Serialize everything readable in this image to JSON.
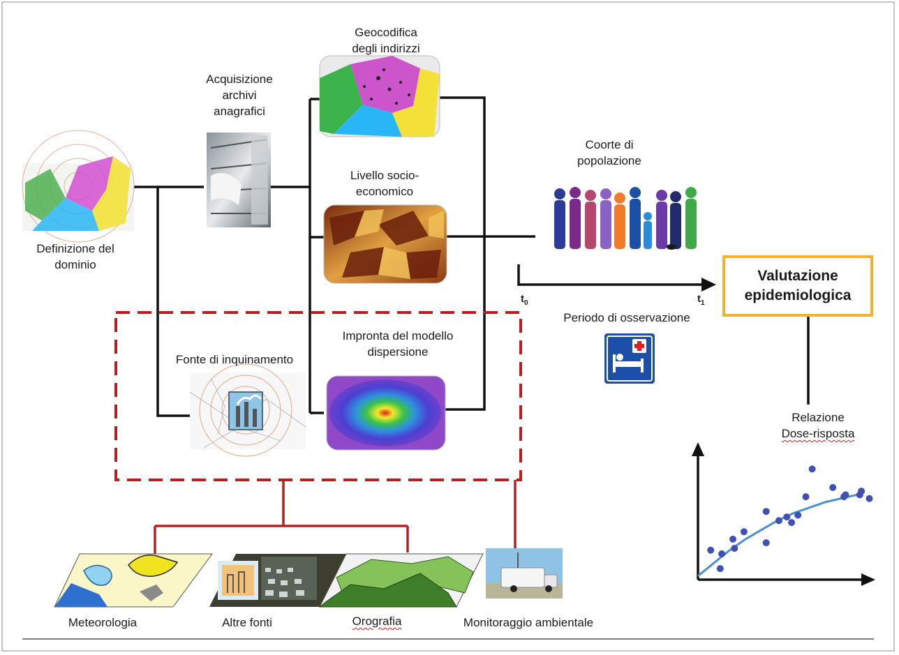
{
  "labels": {
    "domain_definition": "Definizione del\ndominio",
    "archives": "Acquisizione\narchivi\nanagrafici",
    "geocoding": "Geocodifica\ndegli indirizzi",
    "socioeconomic": "Livello socio-\neconomico",
    "pollution_source": "Fonte di inquinamento",
    "dispersion": "Impronta del modello\ndispersione",
    "cohort": "Coorte di\npopolazione",
    "observation_period": "Periodo di osservazione",
    "t0": "t",
    "t0_sub": "0",
    "t1": "t",
    "t1_sub": "1",
    "evaluation": "Valutazione\nepidemiologica",
    "dose_response": "Relazione\nDose-risposta",
    "meteorology": "Meteorologia",
    "other_sources": "Altre fonti",
    "orography": "Orografia",
    "monitoring": "Monitoraggio ambientale"
  },
  "chart_data": {
    "type": "scatter",
    "title": "",
    "xlabel": "",
    "ylabel": "",
    "points": [
      [
        0.8,
        1.6
      ],
      [
        1.4,
        0.6
      ],
      [
        1.5,
        1.4
      ],
      [
        2.2,
        2.2
      ],
      [
        2.3,
        1.7
      ],
      [
        2.9,
        2.6
      ],
      [
        4.3,
        2.0
      ],
      [
        4.3,
        3.7
      ],
      [
        5.1,
        3.2
      ],
      [
        5.6,
        3.4
      ],
      [
        5.9,
        3.1
      ],
      [
        6.3,
        3.5
      ],
      [
        6.8,
        4.5
      ],
      [
        7.2,
        6.0
      ],
      [
        8.5,
        5.0
      ],
      [
        9.2,
        4.5
      ],
      [
        9.3,
        4.6
      ],
      [
        10.2,
        4.6
      ],
      [
        10.3,
        4.8
      ],
      [
        10.8,
        4.4
      ]
    ],
    "trend": [
      [
        0,
        0.2
      ],
      [
        1,
        0.9
      ],
      [
        2,
        1.6
      ],
      [
        3,
        2.2
      ],
      [
        4,
        2.7
      ],
      [
        5,
        3.2
      ],
      [
        6,
        3.6
      ],
      [
        7,
        3.9
      ],
      [
        8,
        4.2
      ],
      [
        9,
        4.4
      ],
      [
        10,
        4.6
      ]
    ],
    "xlim": [
      0,
      11
    ],
    "ylim": [
      0,
      7
    ],
    "grid": false
  },
  "colors": {
    "connector": "#111111",
    "red_connector": "#b22222",
    "dashed_box": "#b22222",
    "result_border": "#f2b32a",
    "curve": "#4a90cf",
    "points": "#3f51b5"
  }
}
